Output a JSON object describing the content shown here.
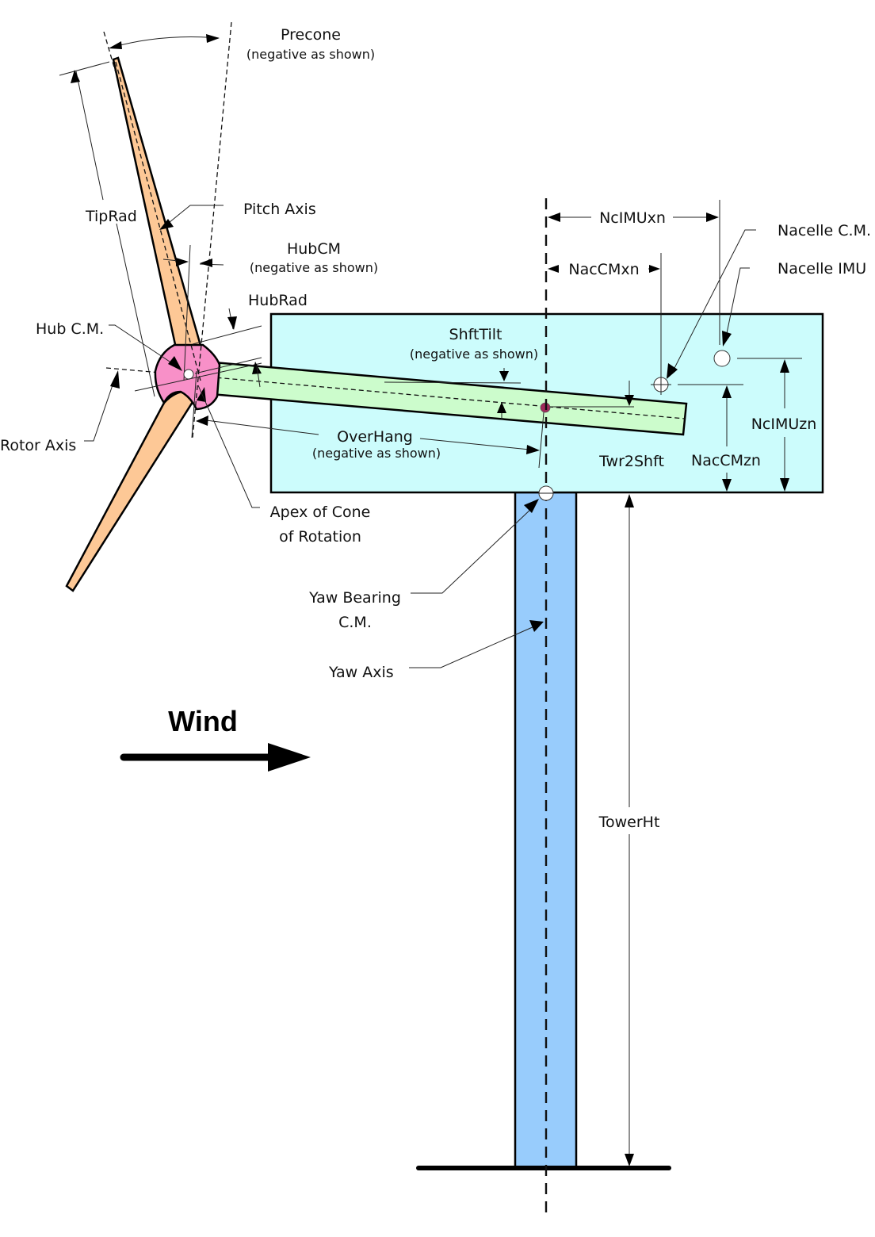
{
  "colors": {
    "blade": "#fdc896",
    "hub": "#f890c8",
    "shaft": "#ccfccc",
    "nacelle": "#ccfcfc",
    "tower": "#98ccfc",
    "shaft_point": "#a0285a",
    "marker": "#ffffff"
  },
  "labels": {
    "precone": "Precone",
    "precone_note": "(negative as shown)",
    "tiprad": "TipRad",
    "pitch_axis": "Pitch Axis",
    "hubcm": "HubCM",
    "hubcm_note": "(negative as shown)",
    "hubrad": "HubRad",
    "hub_cm_point": "Hub C.M.",
    "rotor_axis": "Rotor Axis",
    "shfttilt": "ShftTilt",
    "shfttilt_note": "(negative as shown)",
    "overhang": "OverHang",
    "overhang_note": "(negative as shown)",
    "apex_line1": "Apex of Cone",
    "apex_line2": "of Rotation",
    "nclmuxn": "NcIMUxn",
    "naccmxn": "NacCMxn",
    "nacelle_cm": "Nacelle C.M.",
    "nacelle_imu": "Nacelle IMU",
    "nclmuzn": "NcIMUzn",
    "naccmzn": "NacCMzn",
    "twr2shft": "Twr2Shft",
    "yaw_bearing_line1": "Yaw Bearing",
    "yaw_bearing_line2": "C.M.",
    "yaw_axis": "Yaw Axis",
    "towerht": "TowerHt",
    "wind": "Wind"
  }
}
